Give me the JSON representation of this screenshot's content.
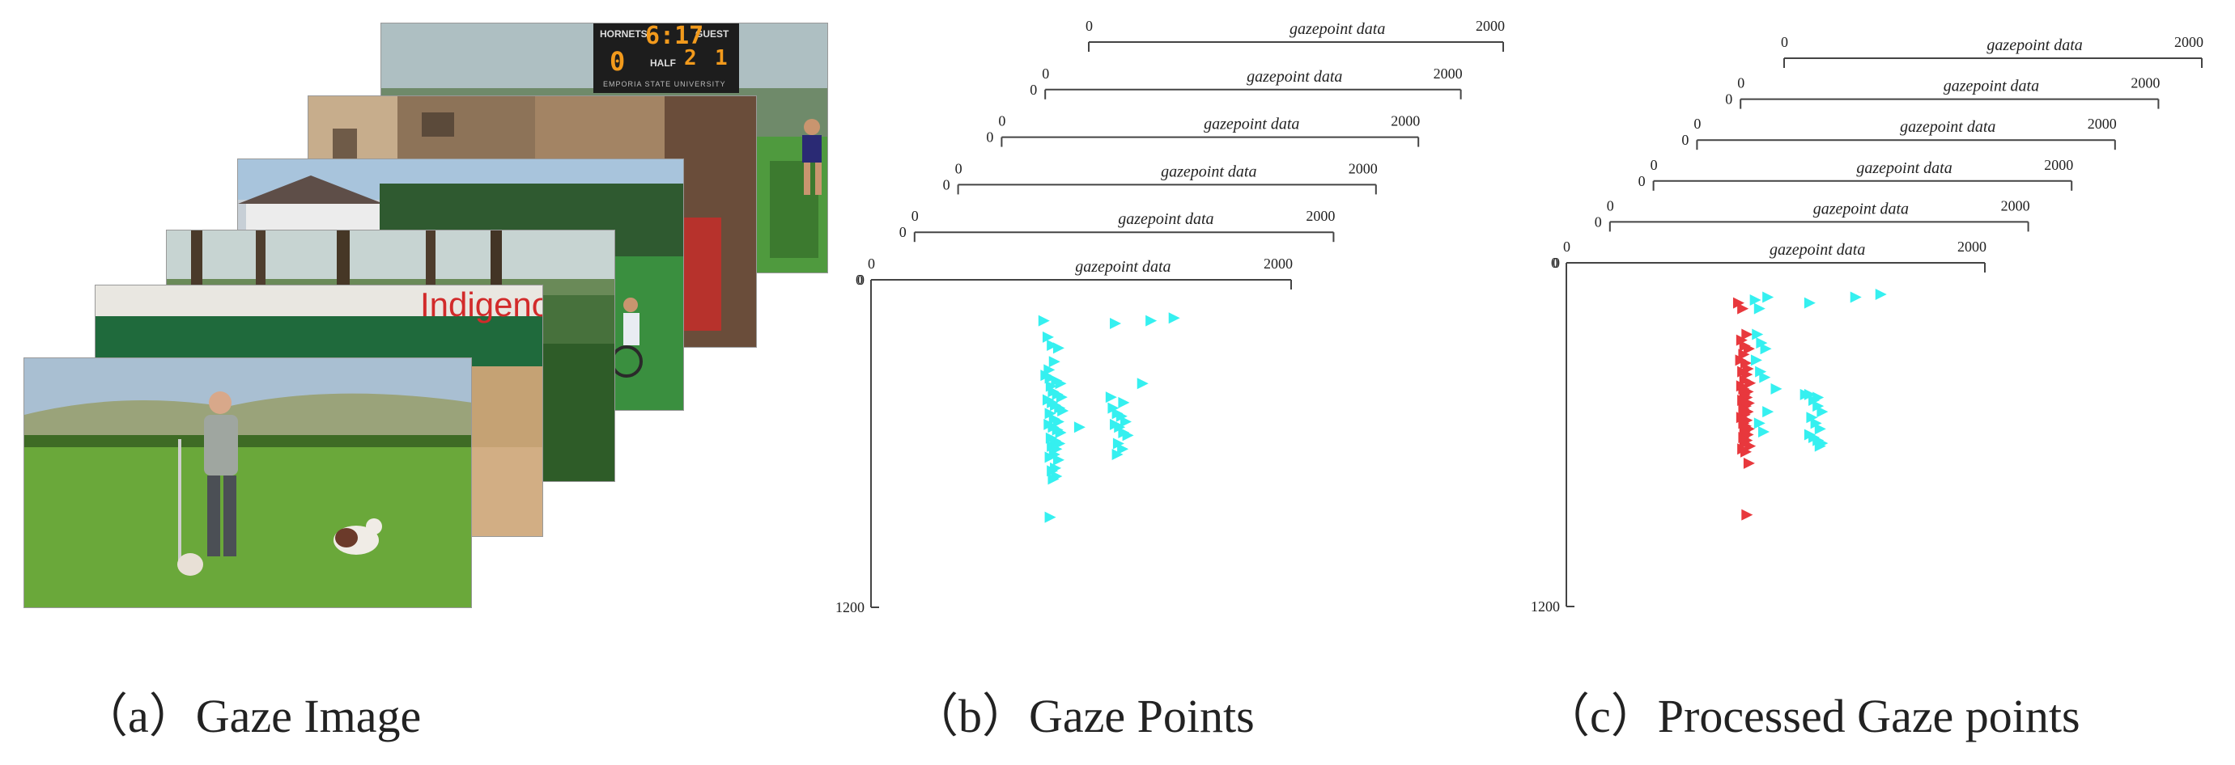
{
  "captions": {
    "a": "（a）Gaze Image",
    "b": "（b）Gaze Points",
    "c": "（c）Processed Gaze points"
  },
  "scoreboard": {
    "home_label": "HORNETS",
    "guest_label": "GUEST",
    "time": "6:17",
    "home_score": "0",
    "half_label": "HALF",
    "half": "2",
    "guest_score": "1",
    "footer": "EMPORIA STATE UNIVERSITY"
  },
  "sign_text": "Indigeno",
  "colors": {
    "raw_points": "#35f0f0",
    "fixation_points": "#e8383d",
    "axis": "#444444"
  },
  "chart_data": [
    {
      "type": "scatter",
      "panel": "b",
      "layer_title": "gazepoint data",
      "x_tick_labels": [
        "0",
        "2000"
      ],
      "y_tick_labels": [
        "0",
        "1200"
      ],
      "xlim": [
        0,
        2000
      ],
      "ylim": [
        0,
        1200
      ],
      "y_inverted": true,
      "layers": 6,
      "series": [
        {
          "color": "#35f0f0",
          "marker": "triangle-right",
          "x": [
            820,
            840,
            860,
            890,
            870,
            845,
            830,
            850,
            880,
            900,
            855,
            865,
            885,
            905,
            840,
            860,
            875,
            895,
            910,
            850,
            870,
            890,
            845,
            865,
            885,
            900,
            855,
            875,
            895,
            860,
            880,
            870,
            850,
            890,
            875,
            860,
            880,
            865,
            1160,
            1140,
            1200,
            1330,
            1440,
            1150,
            1170,
            1190,
            1210,
            1160,
            1180,
            1200,
            1220,
            1175,
            1195,
            850,
            990,
            1170,
            1290
          ],
          "y": [
            150,
            210,
            240,
            250,
            300,
            330,
            350,
            360,
            370,
            380,
            390,
            410,
            420,
            430,
            440,
            450,
            460,
            470,
            480,
            490,
            510,
            520,
            530,
            540,
            550,
            560,
            580,
            590,
            600,
            610,
            620,
            640,
            650,
            660,
            690,
            700,
            720,
            730,
            160,
            430,
            450,
            150,
            140,
            470,
            490,
            500,
            520,
            530,
            540,
            560,
            570,
            600,
            620,
            870,
            540,
            640,
            380
          ]
        }
      ]
    },
    {
      "type": "scatter",
      "panel": "c",
      "layer_title": "gazepoint data",
      "x_tick_labels": [
        "0",
        "2000"
      ],
      "y_tick_labels": [
        "0",
        "1200"
      ],
      "xlim": [
        0,
        2000
      ],
      "ylim": [
        0,
        1200
      ],
      "y_inverted": true,
      "layers": 6,
      "series": [
        {
          "name": "",
          "color": "#e8383d",
          "marker": "triangle-right",
          "x": [
            820,
            840,
            860,
            835,
            850,
            870,
            845,
            830,
            855,
            865,
            840,
            860,
            850,
            875,
            835,
            845,
            865,
            850,
            860,
            840,
            870,
            855,
            845,
            865,
            850,
            835,
            860,
            845,
            855,
            870,
            850,
            865,
            845,
            860,
            850,
            875,
            840,
            855,
            870,
            860
          ],
          "y": [
            140,
            160,
            250,
            270,
            290,
            300,
            320,
            340,
            350,
            370,
            380,
            390,
            410,
            420,
            430,
            440,
            450,
            460,
            470,
            480,
            490,
            500,
            510,
            520,
            530,
            540,
            550,
            560,
            570,
            580,
            590,
            600,
            610,
            620,
            630,
            640,
            650,
            660,
            700,
            880
          ]
        },
        {
          "name": "",
          "color": "#35f0f0",
          "marker": "triangle-right",
          "x": [
            900,
            920,
            960,
            910,
            930,
            950,
            905,
            925,
            945,
            960,
            1000,
            920,
            940,
            1160,
            1140,
            1200,
            1380,
            1500,
            1160,
            1180,
            1200,
            1220,
            1170,
            1190,
            1210,
            1160,
            1180,
            1200,
            1220,
            1210
          ],
          "y": [
            130,
            160,
            120,
            250,
            280,
            300,
            340,
            380,
            400,
            520,
            440,
            560,
            590,
            140,
            460,
            470,
            120,
            110,
            460,
            480,
            500,
            520,
            540,
            560,
            580,
            600,
            610,
            620,
            630,
            640
          ]
        }
      ]
    }
  ]
}
